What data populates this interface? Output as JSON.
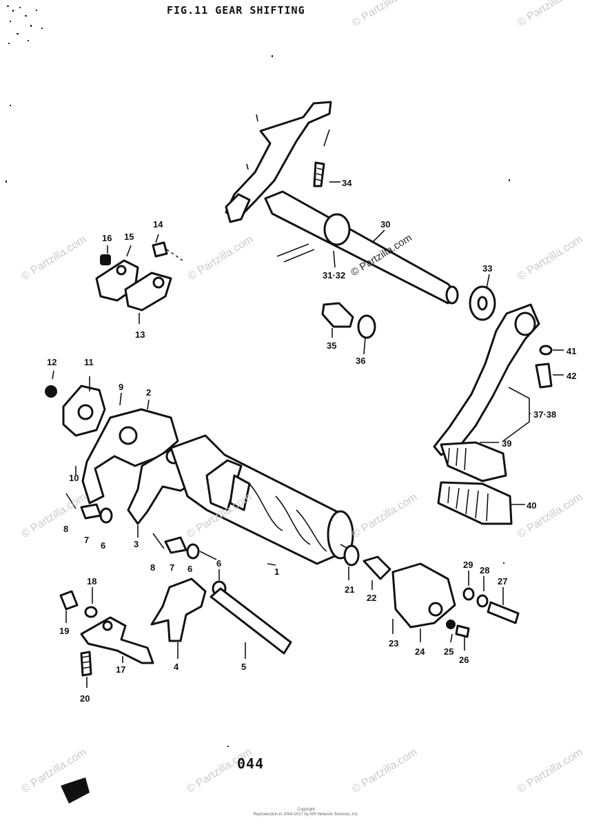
{
  "title": "FIG.11  GEAR SHIFTING",
  "page_number": "044",
  "footer": {
    "line1": "Copyright",
    "line2": "Reproduction in 2004-2017 by ARI Network Services, Inc."
  },
  "watermark": "© Partzilla.com",
  "part_labels": {
    "p1": "1",
    "p2": "2",
    "p3": "3",
    "p4": "4",
    "p5": "5",
    "p6a": "6",
    "p6b": "6",
    "p6c": "6",
    "p7a": "7",
    "p7b": "7",
    "p8a": "8",
    "p8b": "8",
    "p9": "9",
    "p10": "10",
    "p11": "11",
    "p12": "12",
    "p13": "13",
    "p14": "14",
    "p15": "15",
    "p16": "16",
    "p17": "17",
    "p18": "18",
    "p19": "19",
    "p20": "20",
    "p21": "21",
    "p22": "22",
    "p23": "23",
    "p24": "24",
    "p25": "25",
    "p26": "26",
    "p27": "27",
    "p28": "28",
    "p29": "29",
    "p30": "30",
    "p31": "31·32",
    "p33": "33",
    "p34": "34",
    "p35": "35",
    "p36": "36",
    "p37": "37·38",
    "p39": "39",
    "p40": "40",
    "p41": "41",
    "p42": "42"
  },
  "colors": {
    "ink": "#111111",
    "watermark": "#c9c9c9"
  }
}
